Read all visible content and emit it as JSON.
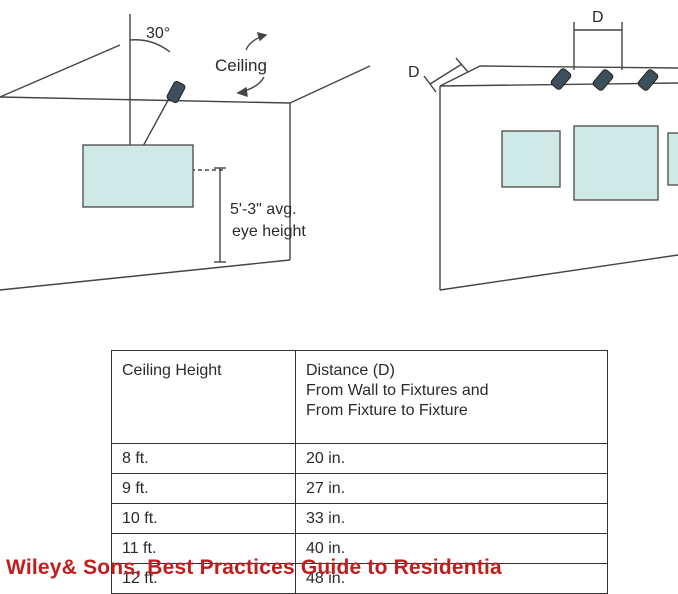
{
  "diagram": {
    "angle_label": "30°",
    "ceiling_label": "Ceiling",
    "eye_height_line1": "5'-3\" avg.",
    "eye_height_line2": "eye height",
    "spacing_label_top": "D",
    "spacing_label_side": "D"
  },
  "table": {
    "headers": {
      "ceiling_height": "Ceiling Height",
      "distance_line1": "Distance (D)",
      "distance_line2": "From Wall to Fixtures and",
      "distance_line3": "From Fixture to Fixture"
    },
    "rows": [
      {
        "height": "8 ft.",
        "distance": "20 in."
      },
      {
        "height": "9 ft.",
        "distance": "27 in."
      },
      {
        "height": "10 ft.",
        "distance": "33 in."
      },
      {
        "height": "11 ft.",
        "distance": "40 in."
      },
      {
        "height": "12 ft.",
        "distance": "48 in."
      }
    ]
  },
  "caption": "Wiley& Sons, Best Practices Guide to Residentia",
  "colors": {
    "caption": "#c41c1c",
    "panel_fill": "#cfe9e6",
    "fixture_fill": "#3d4f5a"
  }
}
